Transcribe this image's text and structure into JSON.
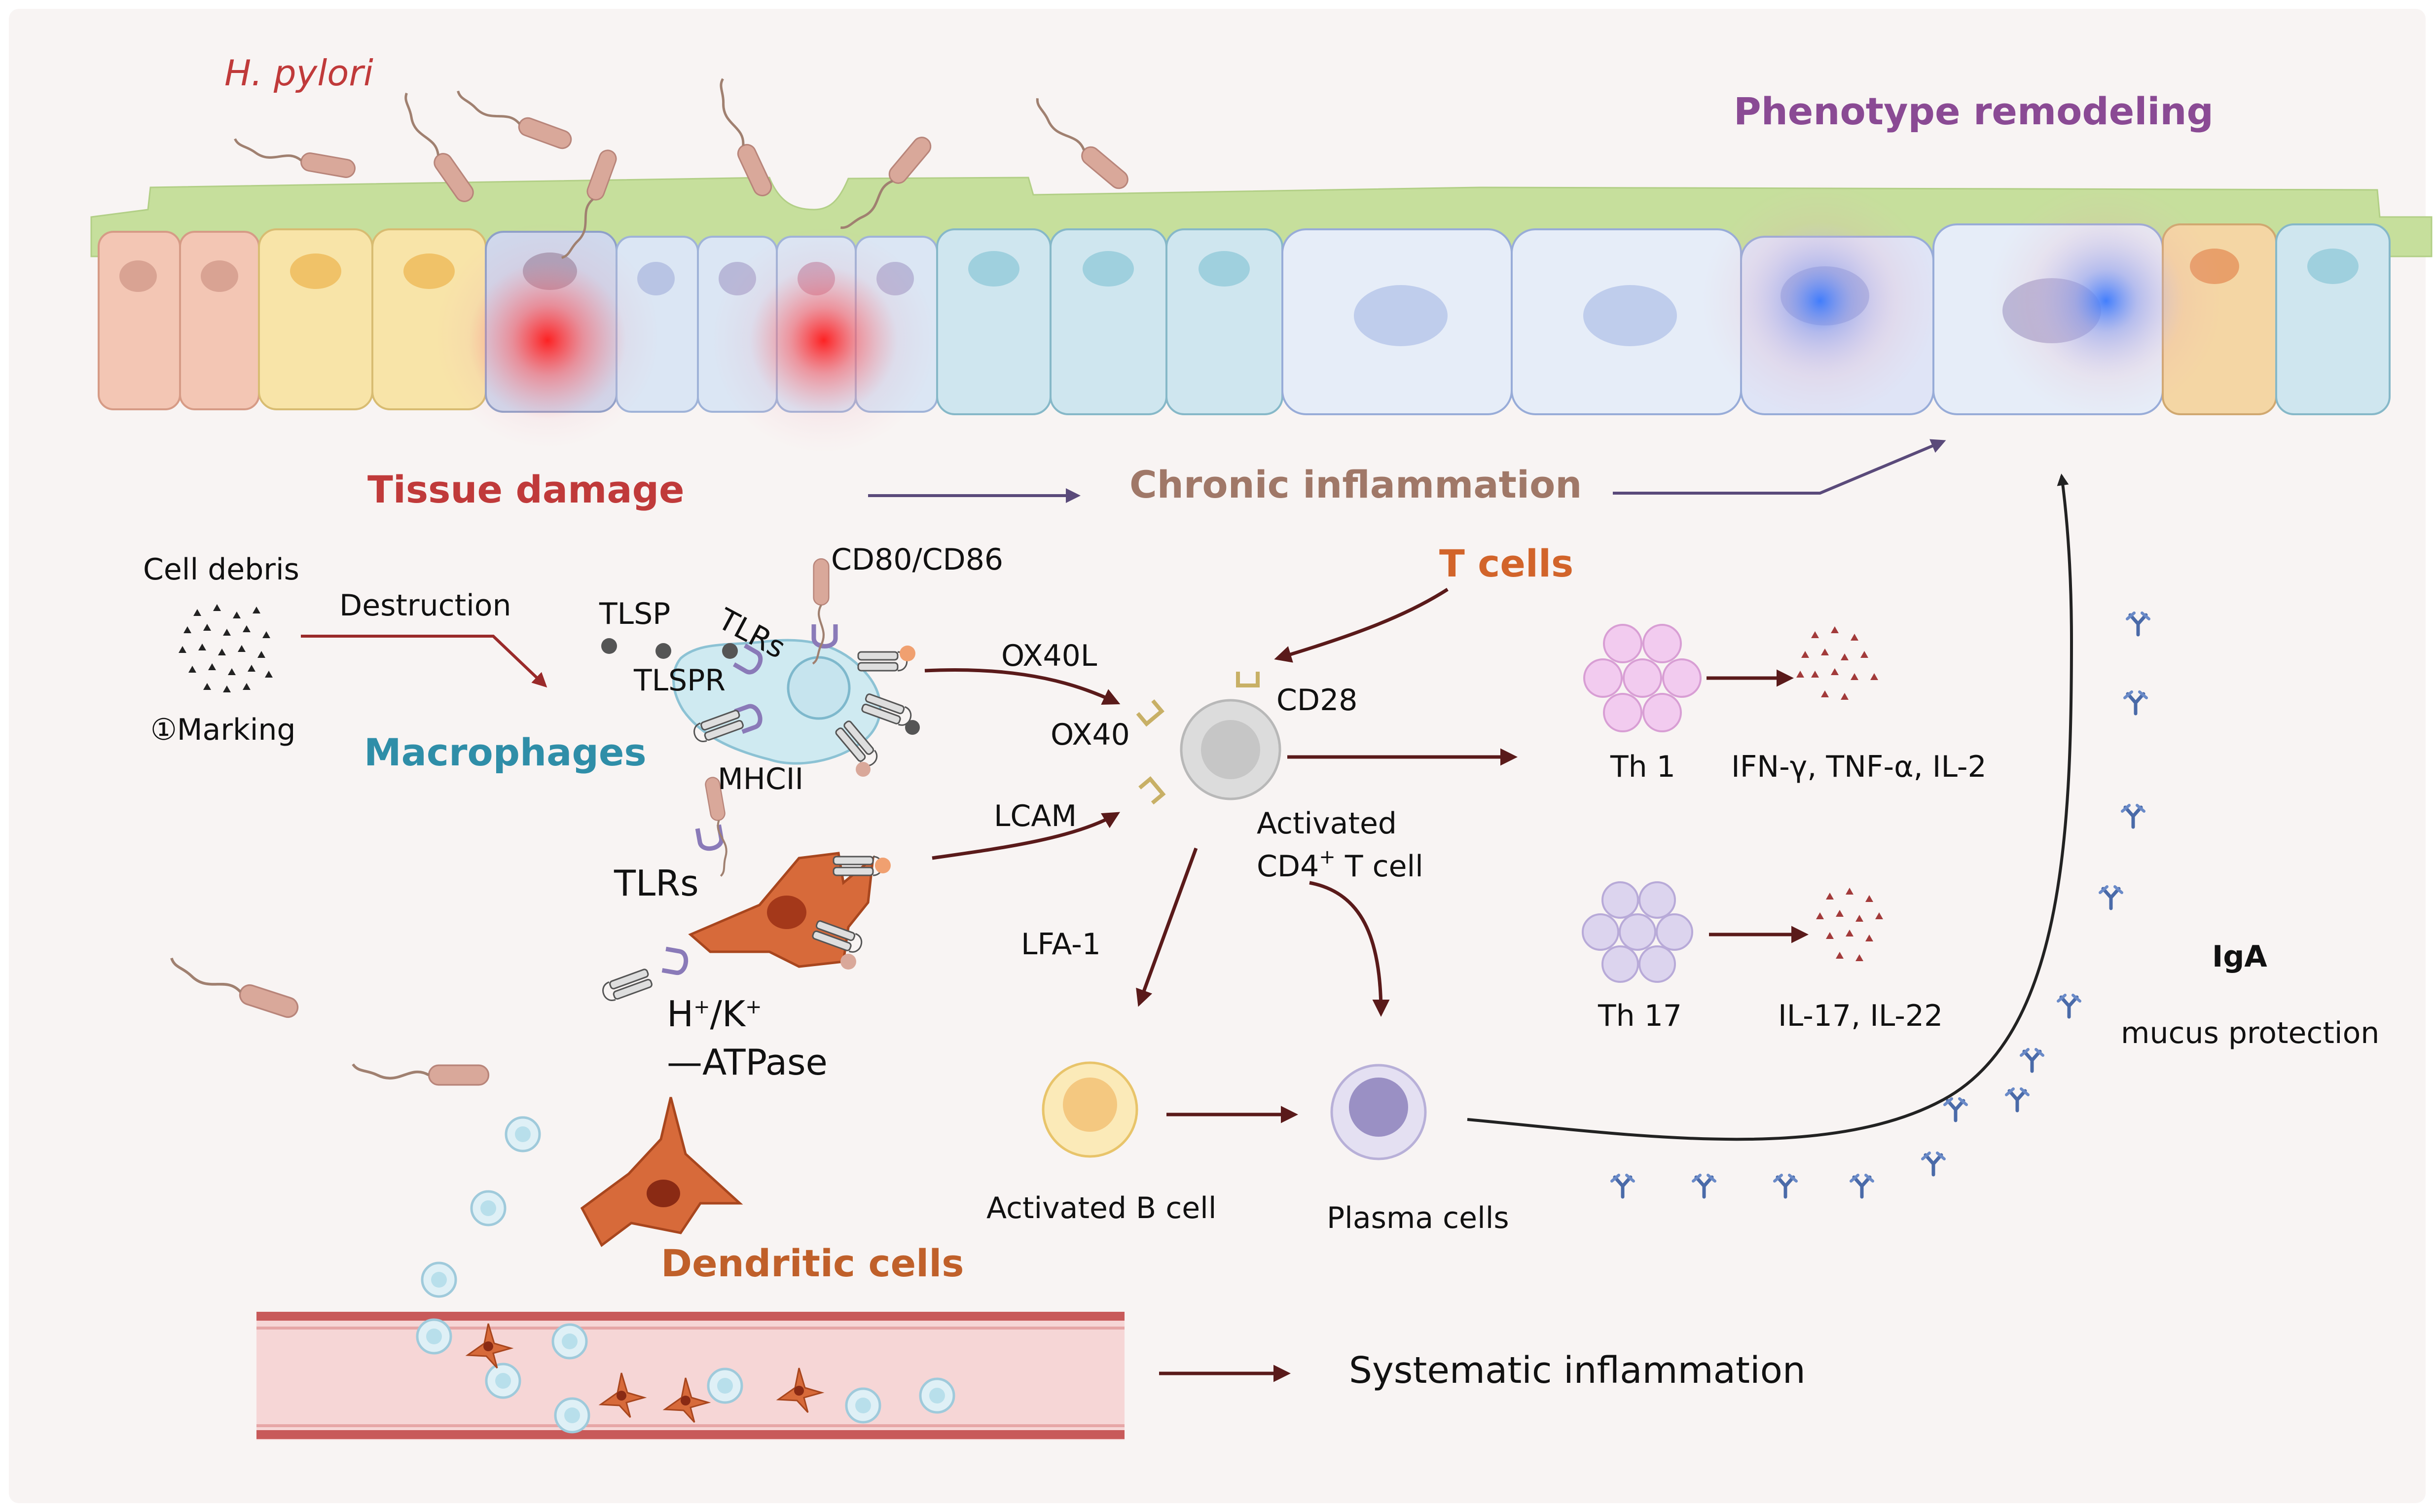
{
  "labels": {
    "h_pylori": "H. pylori",
    "phenotype_remodeling": "Phenotype remodeling",
    "tissue_damage": "Tissue damage",
    "chronic_inflammation": "Chronic inflammation",
    "t_cells": "T cells",
    "macrophages": "Macrophages",
    "dendritic_cells": "Dendritic cells",
    "cell_debris": "Cell debris",
    "destruction": "Destruction",
    "marking": "①Marking",
    "tlsp": "TLSP",
    "tlspr": "TLSPR",
    "tlrs_top": "TLRs",
    "cd80_cd86": "CD80/CD86",
    "mhcii": "MHCII",
    "tlrs_dc": "TLRs",
    "h_k_main": "H",
    "h_k_sup1": "+",
    "h_k_mid": "/K",
    "h_k_sup2": "+",
    "atpase": "—ATPase",
    "ox40l": "OX40L",
    "ox40": "OX40",
    "cd28": "CD28",
    "lcam": "LCAM",
    "lfa1": "LFA-1",
    "activated": "Activated",
    "cd4_main": "CD4",
    "cd4_sup": "+",
    "cd4_rest": " T cell",
    "th1": "Th 1",
    "th17": "Th 17",
    "th1_cytokines": "IFN-γ, TNF-α, IL-2",
    "th17_cytokines": "IL-17, IL-22",
    "activated_b_cell": "Activated B cell",
    "plasma_cells": "Plasma cells",
    "iga": "IgA",
    "mucus_protection": "mucus protection",
    "systematic_inflammation": "Systematic inflammation"
  },
  "colors": {
    "tissue_damage": "#c03a3a",
    "chronic_inflammation": "#a07868",
    "phenotype_remodeling": "#8a4a94",
    "macrophages": "#2f8ea8",
    "t_cells": "#d2642a",
    "dendritic_cells": "#c0602a",
    "dark_red_arrow": "#5a1a1a",
    "purple_arrow": "#5a4a7a"
  }
}
